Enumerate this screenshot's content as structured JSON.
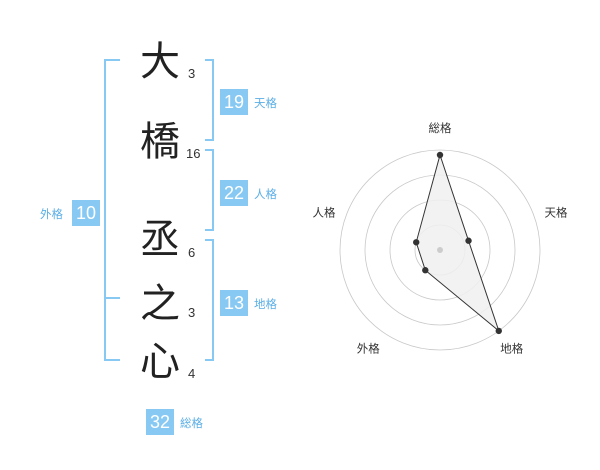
{
  "name": {
    "chars": [
      {
        "char": "大",
        "strokes": "3"
      },
      {
        "char": "橋",
        "strokes": "16"
      },
      {
        "char": "丞",
        "strokes": "6"
      },
      {
        "char": "之",
        "strokes": "3"
      },
      {
        "char": "心",
        "strokes": "4"
      }
    ]
  },
  "kakusu": {
    "ten": {
      "value": "19",
      "label": "天格"
    },
    "jin": {
      "value": "22",
      "label": "人格"
    },
    "chi": {
      "value": "13",
      "label": "地格"
    },
    "gai": {
      "value": "10",
      "label": "外格"
    },
    "sou": {
      "value": "32",
      "label": "総格"
    }
  },
  "colors": {
    "accent": "#88c9f4",
    "accent_text": "#5aaee6",
    "bracket": "#88c9f4",
    "radar_ring": "#c8c8c8",
    "radar_fill": "#f0f0f0",
    "radar_line": "#333333"
  },
  "chart_data": {
    "type": "radar",
    "axes": [
      "総格",
      "天格",
      "地格",
      "外格",
      "人格"
    ],
    "values": [
      0.95,
      0.3,
      1.0,
      0.25,
      0.25
    ],
    "rings": 4,
    "range": [
      0,
      1
    ]
  }
}
